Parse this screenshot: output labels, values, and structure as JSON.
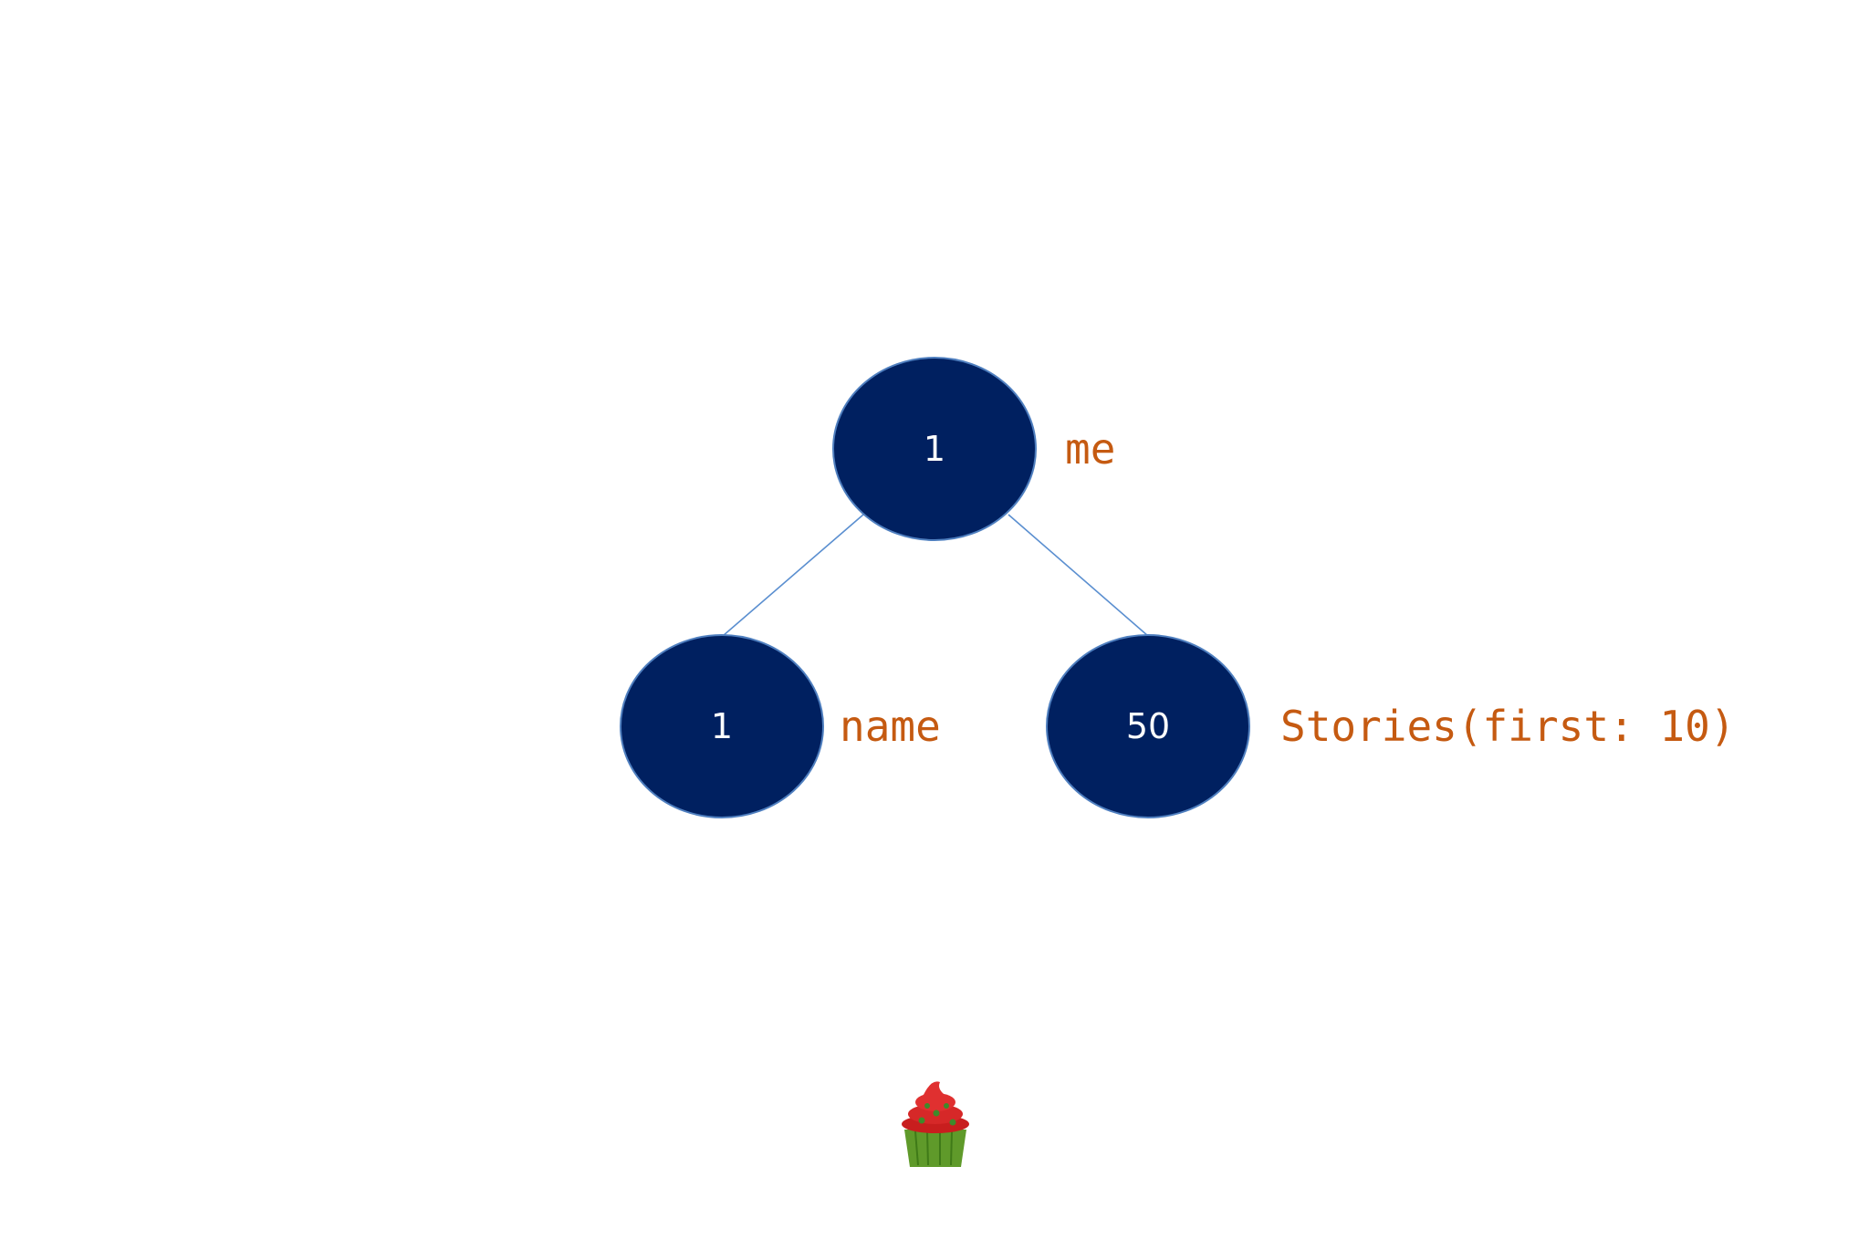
{
  "colors": {
    "node_fill": "#002060",
    "node_stroke": "#4f7fbf",
    "edge": "#5b8fd0",
    "label": "#c55a11",
    "value": "#ffffff"
  },
  "tree": {
    "root": {
      "value": "1",
      "label": "me"
    },
    "children": [
      {
        "value": "1",
        "label": "name"
      },
      {
        "value": "50",
        "label": "Stories(first: 10)"
      }
    ]
  },
  "decoration": {
    "icon": "cupcake-icon"
  }
}
